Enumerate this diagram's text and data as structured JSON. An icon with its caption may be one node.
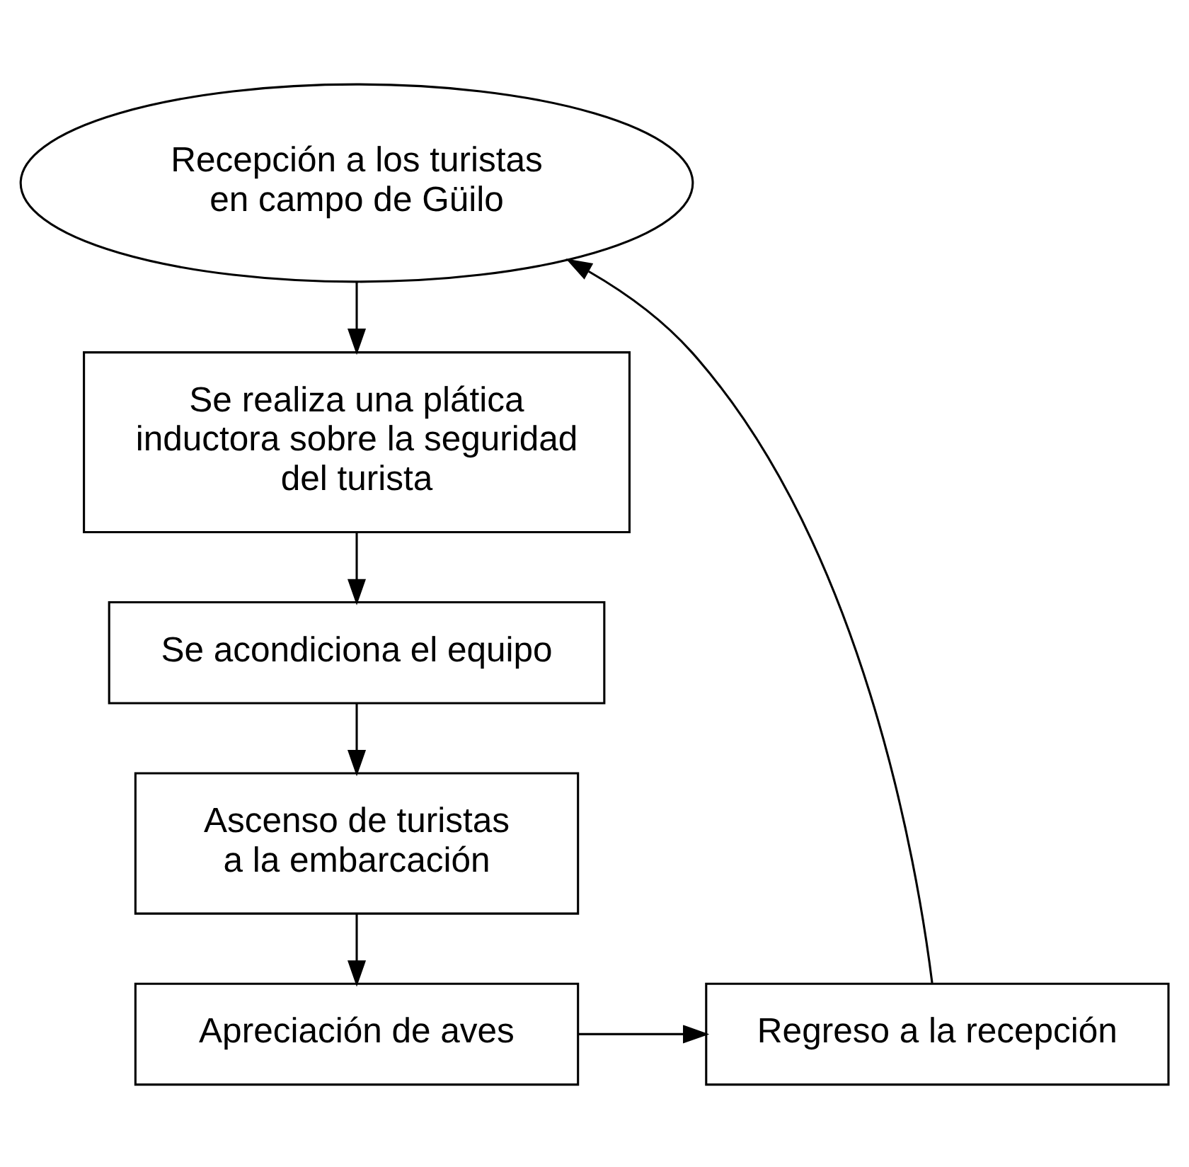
{
  "diagram": {
    "nodes": [
      {
        "text": [
          "Recepción a los turistas en campo de Güilo"
        ]
      },
      {
        "text": [
          "Se realiza una plática inductora sobre la seguridad del turista"
        ]
      },
      {
        "text": [
          "Se acondiciona el equipo"
        ]
      },
      {
        "text": [
          "Ascenso de turistas a la embarcación"
        ]
      },
      {
        "text": [
          "Apreciación de aves"
        ]
      },
      {
        "text": [
          "Regreso a la recepción"
        ]
      }
    ],
    "edges": [
      {
        "from": 0,
        "to": 1,
        "arrow": "to"
      },
      {
        "from": 1,
        "to": 2,
        "arrow": "to"
      },
      {
        "from": 2,
        "to": 3,
        "arrow": "to"
      },
      {
        "from": 3,
        "to": 4,
        "arrow": "to"
      },
      {
        "from": 4,
        "to": 5,
        "arrow": "to"
      },
      {
        "from": 5,
        "to": 0,
        "arrow": "to"
      }
    ]
  }
}
